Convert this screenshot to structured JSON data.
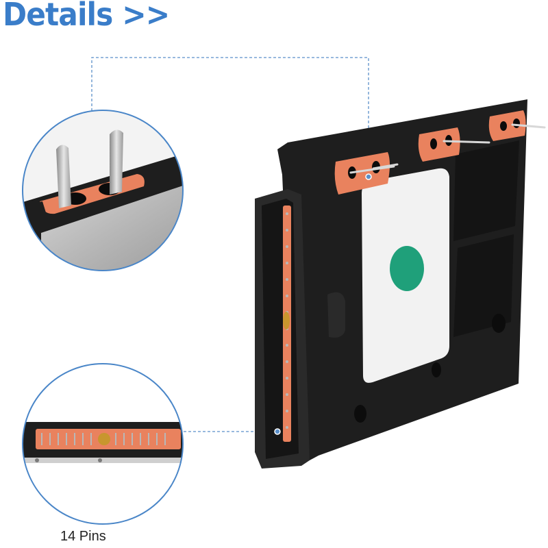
{
  "heading": {
    "title": "Details >>"
  },
  "caption": {
    "pin_count": "14 Pins"
  },
  "colors": {
    "heading": "#3a7dc9",
    "housing": "#1e1e1e",
    "terminal_insulator": "#e9825e",
    "label_sticker": "#f2f2f2",
    "label_dot": "#1fa07a",
    "callout_line": "#5a8fc9",
    "circle_border": "#4a86c8"
  },
  "icons": [
    "ignition-module-photo",
    "upper-terminal-zoom",
    "side-connector-zoom"
  ]
}
